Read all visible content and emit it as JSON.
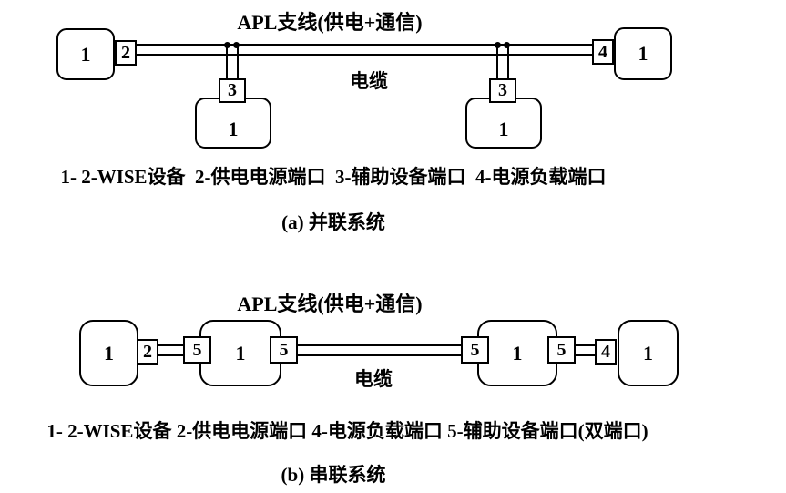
{
  "diagram_a": {
    "title": "APL支线(供电+通信)",
    "cable_label": "电缆",
    "device_label": "1",
    "port_power_source": "2",
    "port_aux": "3",
    "port_load": "4",
    "legend": "1- 2-WISE设备  2-供电电源端口  3-辅助设备端口  4-电源负载端口",
    "caption": "(a) 并联系统"
  },
  "diagram_b": {
    "title": "APL支线(供电+通信)",
    "cable_label": "电缆",
    "device_label": "1",
    "port_power_source": "2",
    "port_load": "4",
    "port_aux_dual": "5",
    "legend": "1- 2-WISE设备 2-供电电源端口 4-电源负载端口 5-辅助设备端口(双端口)",
    "caption": "(b) 串联系统"
  }
}
